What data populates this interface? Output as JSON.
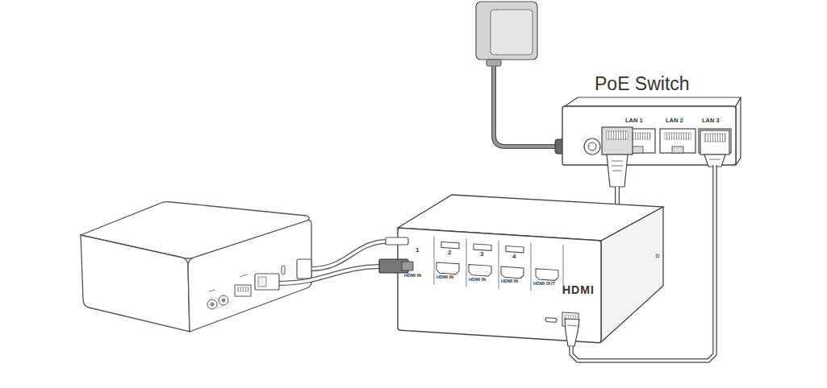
{
  "diagram": {
    "nodes": [
      {
        "text": [
          "PoE Switch"
        ]
      },
      {
        "text": [
          "HDMI"
        ]
      }
    ],
    "edges": [
      {
        "from": 1,
        "to": 0,
        "arrow": "none"
      }
    ],
    "labels": [
      "LAN 1",
      "LAN 2",
      "LAN 3",
      "1",
      "2",
      "3",
      "4",
      "HDMI IN",
      "HDMI IN",
      "HDMI IN",
      "HDMI IN",
      "HDMI OUT"
    ]
  }
}
